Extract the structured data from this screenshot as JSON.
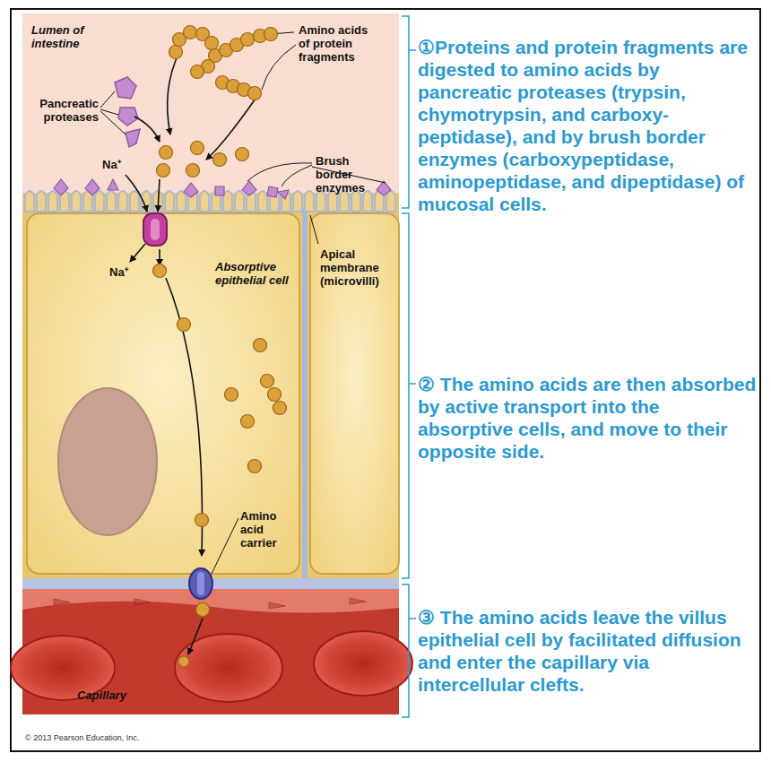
{
  "diagram": {
    "labels": [
      "Lumen of intestine",
      "Amino acids of protein fragments",
      "Pancreatic proteases",
      "Na⁺",
      "Brush border enzymes",
      "Na⁺",
      "Absorptive epithelial cell",
      "Apical membrane (microvilli)",
      "Amino acid carrier",
      "Capillary",
      "© 2013 Pearson Education, Inc.",
      "①Proteins and protein fragments are digested to amino acids by pancreatic proteases (trypsin, chymotrypsin, and carboxy- peptidase), and by brush border enzymes (carboxypeptidase, aminopeptidase, and dipeptidase) of mucosal cells.",
      "② The amino acids are then absorbed by active transport into the absorptive cells, and move to their opposite side.",
      "③ The amino acids leave the villus epithelial cell by facilitated diffusion and enter the capillary via intercellular clefts."
    ]
  }
}
